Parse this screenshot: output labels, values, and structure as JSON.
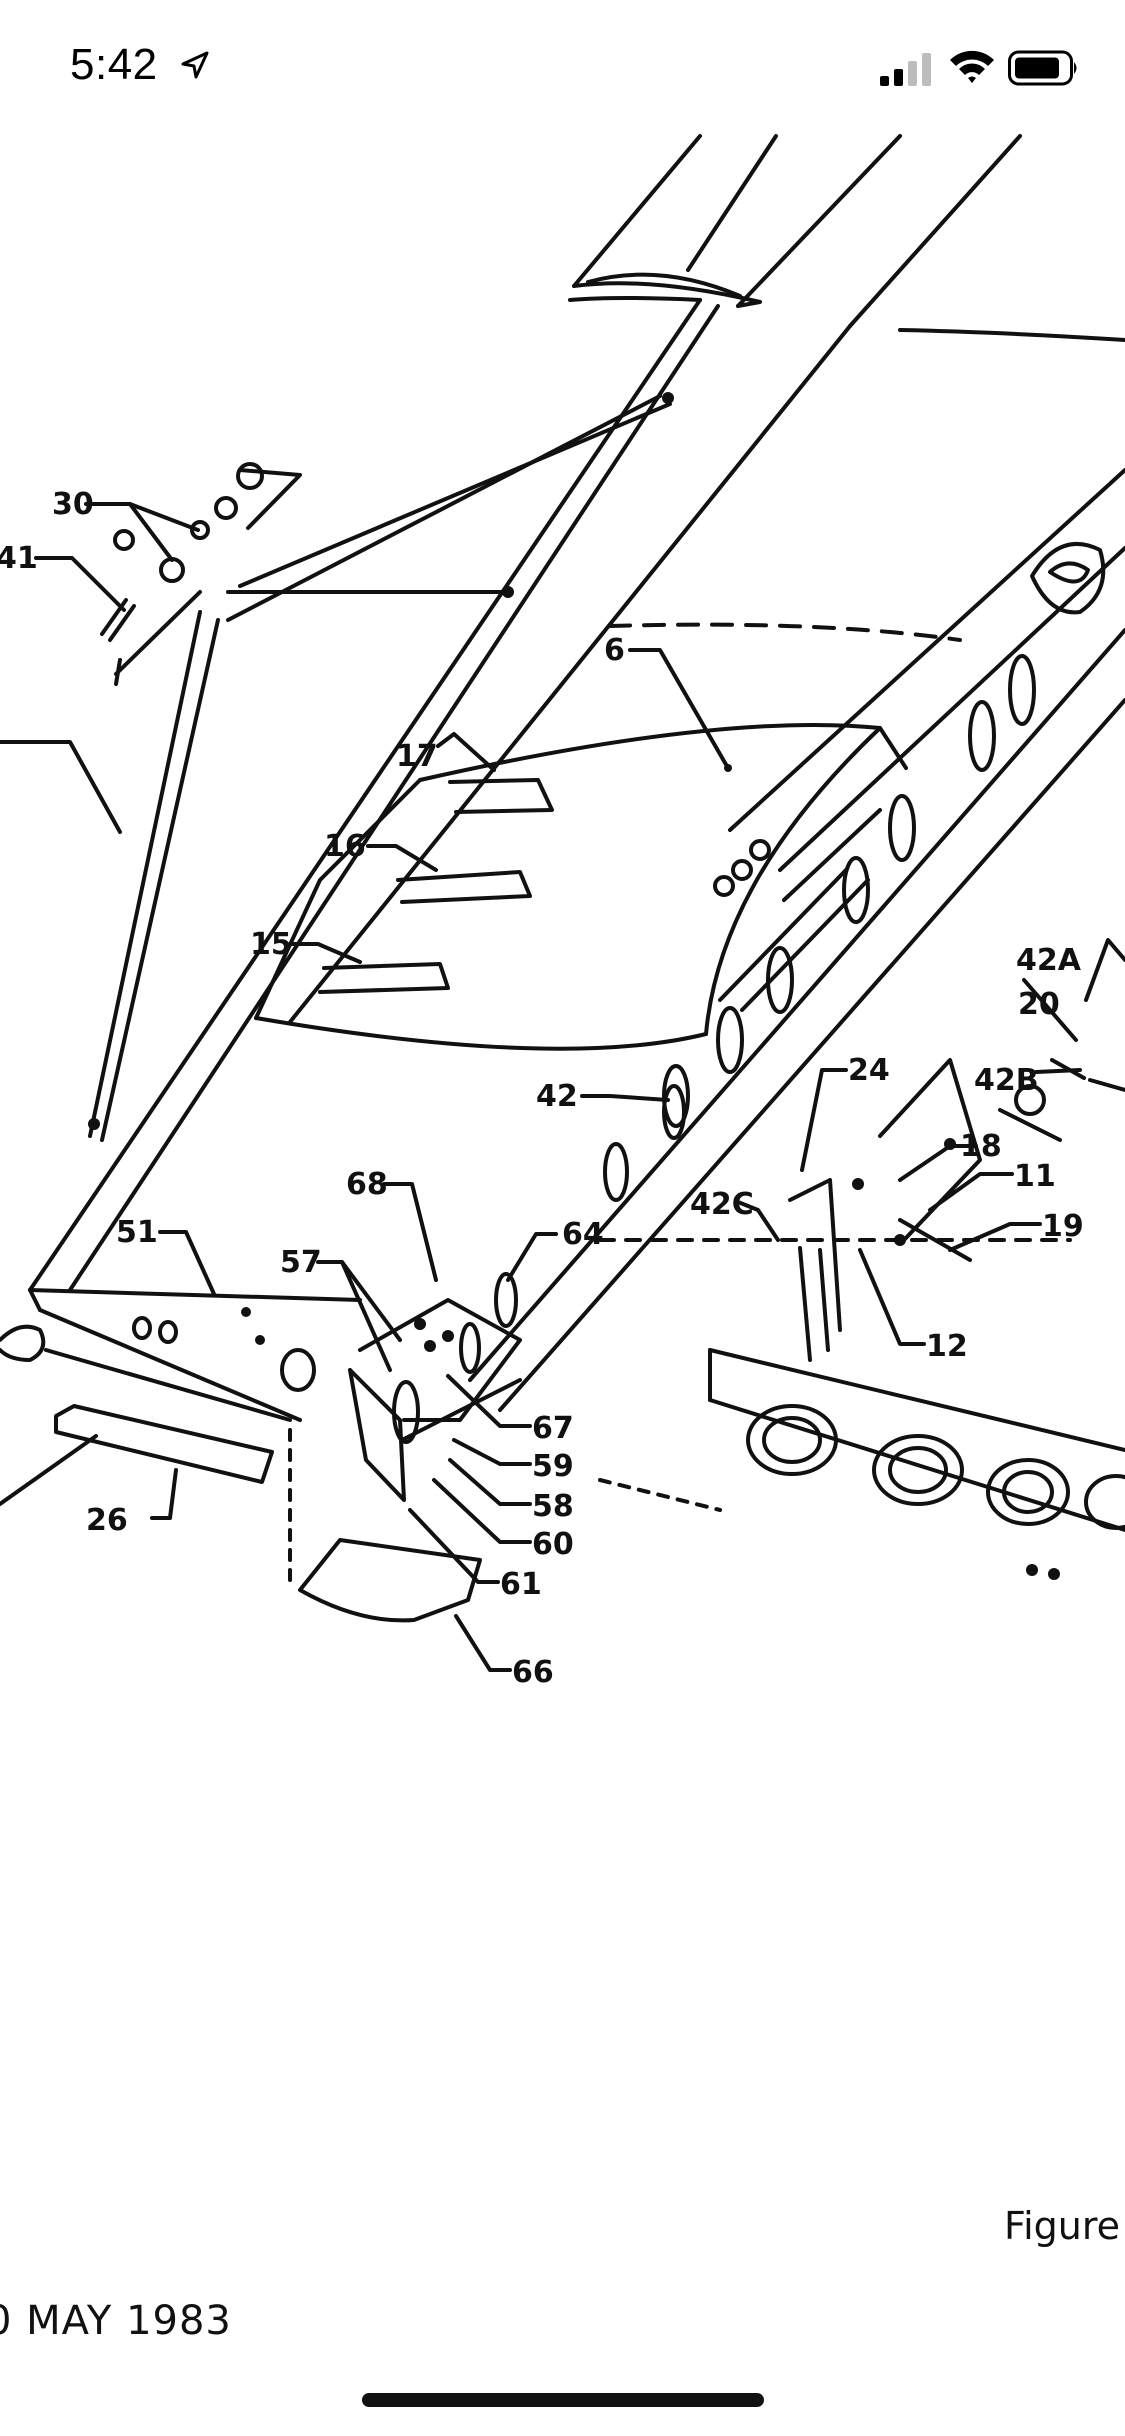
{
  "status_bar": {
    "time": "5:42",
    "location_icon": "location-arrow-icon",
    "signal_icon": "cellular-signal-icon",
    "wifi_icon": "wifi-icon",
    "battery_icon": "battery-icon"
  },
  "diagram": {
    "callouts": [
      "30",
      "41",
      "6",
      "17",
      "16",
      "15",
      "42",
      "68",
      "64",
      "51",
      "57",
      "67",
      "59",
      "58",
      "60",
      "61",
      "26",
      "66",
      "42A",
      "20",
      "42B",
      "24",
      "18",
      "11",
      "19",
      "42C",
      "12"
    ]
  },
  "footer": {
    "figure_text": "Figure",
    "date_text": "0  MAY 1983"
  }
}
